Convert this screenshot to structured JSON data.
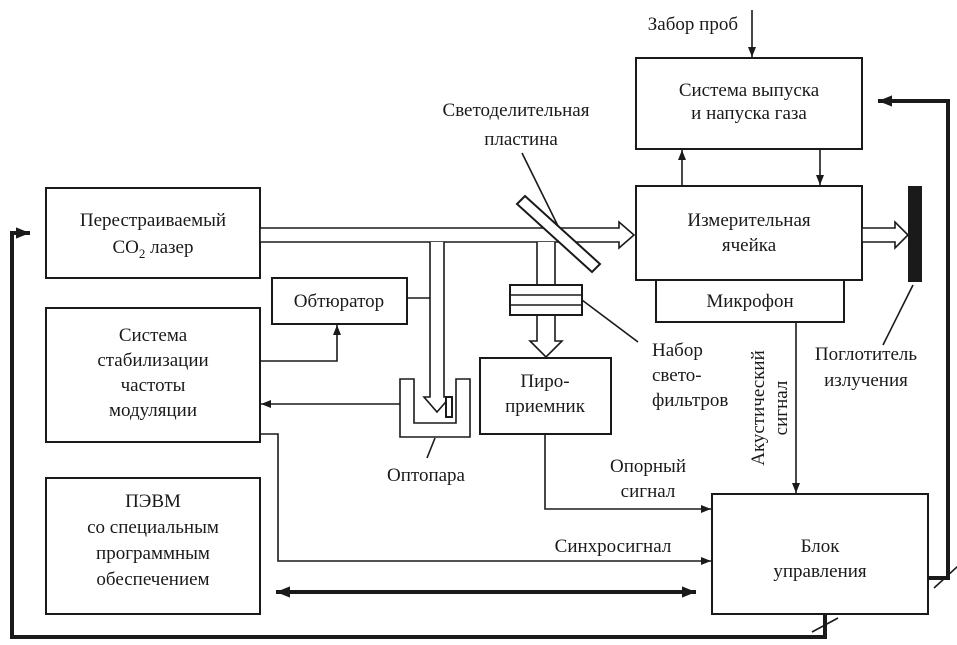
{
  "inputs": {
    "sampling": "Забор проб"
  },
  "blocks": {
    "gas_system": [
      "Система выпуска",
      "и напуска газа"
    ],
    "measuring_cell": [
      "Измерительная",
      "ячейка"
    ],
    "microphone": "Микрофон",
    "laser_line1": "Перестраиваемый",
    "laser_co": "CO",
    "laser_sub": "2",
    "laser_rest": " лазер",
    "chopper": "Обтюратор",
    "stabilization": [
      "Система",
      "стабилизации",
      "частоты",
      "модуляции"
    ],
    "pyro": [
      "Пиро-",
      "приемник"
    ],
    "pc": [
      "ПЭВМ",
      "со специальным",
      "программным",
      "обеспечением"
    ],
    "control": [
      "Блок",
      "управления"
    ]
  },
  "labels": {
    "beamsplitter": [
      "Светоделительная",
      "пластина"
    ],
    "filters": [
      "Набор",
      "свето-",
      "фильтров"
    ],
    "absorber": [
      "Поглотитель",
      "излучения"
    ],
    "optocoupler": "Оптопара",
    "acoustic": [
      "Акустический",
      "сигнал"
    ],
    "reference": [
      "Опорный",
      "сигнал"
    ],
    "sync": "Синхросигнал"
  },
  "colors": {
    "ink": "#1a1a1a",
    "background": "#ffffff"
  }
}
